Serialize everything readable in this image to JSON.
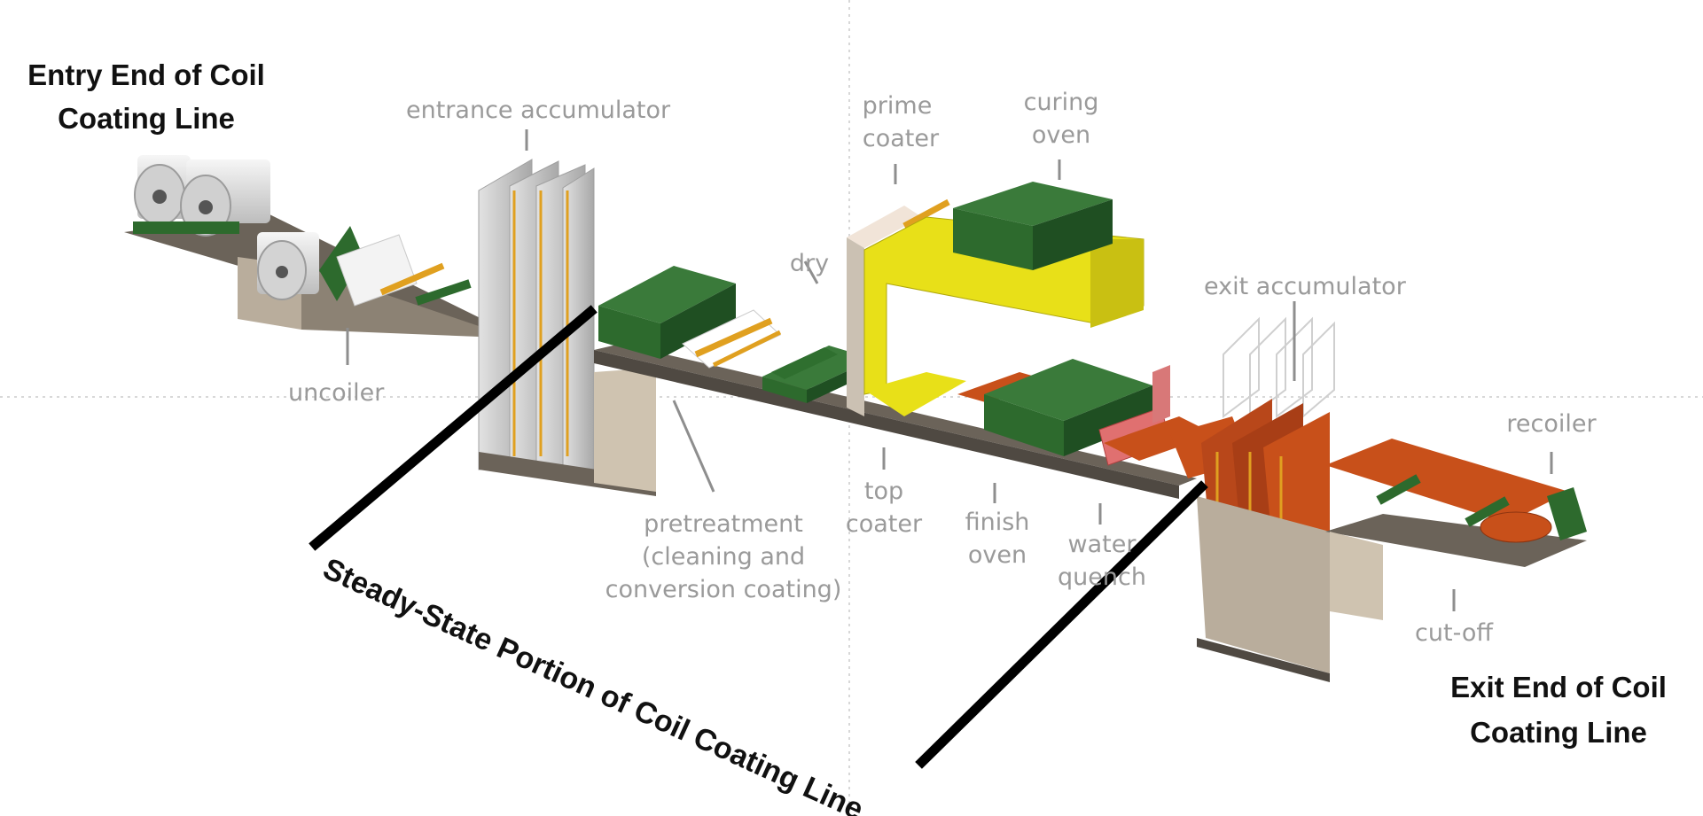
{
  "titles": {
    "entry_line1": "Entry End of Coil",
    "entry_line2": "Coating Line",
    "exit_line1": "Exit End of Coil",
    "exit_line2": "Coating Line",
    "steady_state": "Steady-State Portion of Coil Coating Line"
  },
  "labels": {
    "entrance_accumulator": "entrance accumulator",
    "uncoiler": "uncoiler",
    "prime_coater_1": "prime",
    "prime_coater_2": "coater",
    "curing_oven_1": "curing",
    "curing_oven_2": "oven",
    "dry": "dry",
    "pretreatment_1": "pretreatment",
    "pretreatment_2": "(cleaning and",
    "pretreatment_3": "conversion coating)",
    "top_coater_1": "top",
    "top_coater_2": "coater",
    "finish_oven_1": "finish",
    "finish_oven_2": "oven",
    "water_quench_1": "water",
    "water_quench_2": "quench",
    "exit_accumulator": "exit accumulator",
    "recoiler": "recoiler",
    "cut_off": "cut-off"
  },
  "colors": {
    "ground": "#6b6359",
    "ground_side": "#b9ad9c",
    "green": "#2d6a2d",
    "green_dark": "#1f4f22",
    "yellow": "#e8e018",
    "orange": "#c8501a",
    "coil": "#e0e0e0",
    "label": "#9a9a9a"
  }
}
